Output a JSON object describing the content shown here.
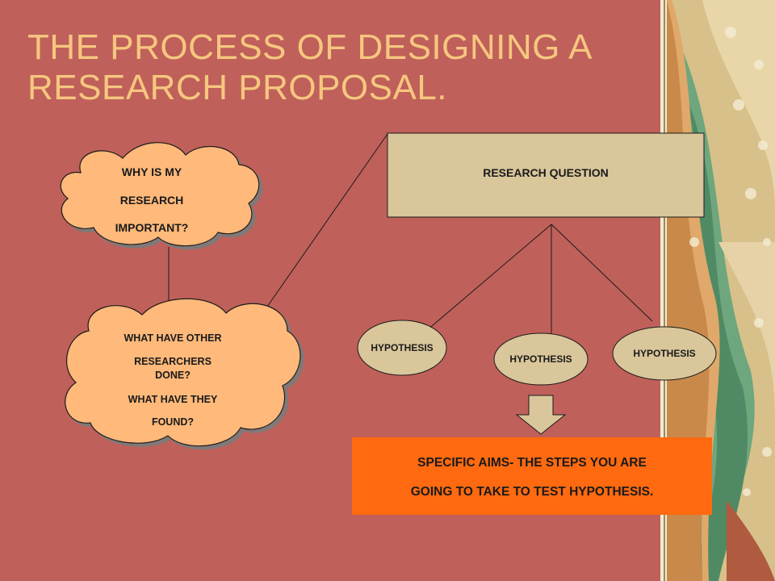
{
  "slide": {
    "title": "THE PROCESS OF DESIGNING A RESEARCH PROPOSAL."
  },
  "diagram": {
    "research_question": "RESEARCH QUESTION",
    "cloud_importance": [
      "WHY IS MY",
      "RESEARCH",
      "IMPORTANT?"
    ],
    "cloud_others": [
      "WHAT HAVE OTHER",
      "RESEARCHERS",
      "DONE?",
      "WHAT HAVE THEY",
      "FOUND?"
    ],
    "hypotheses": [
      "HYPOTHESIS",
      "HYPOTHESIS",
      "HYPOTHESIS"
    ],
    "specific_aims": [
      "SPECIFIC AIMS- THE STEPS YOU ARE",
      "GOING TO TAKE TO TEST HYPOTHESIS."
    ]
  },
  "colors": {
    "background": "#c0605a",
    "title": "#f6c77f",
    "cloud_fill": "#ffb97a",
    "box_fill": "#d9c69a",
    "hypothesis_fill": "#d9c69a",
    "aims_fill": "#ff6a10"
  }
}
